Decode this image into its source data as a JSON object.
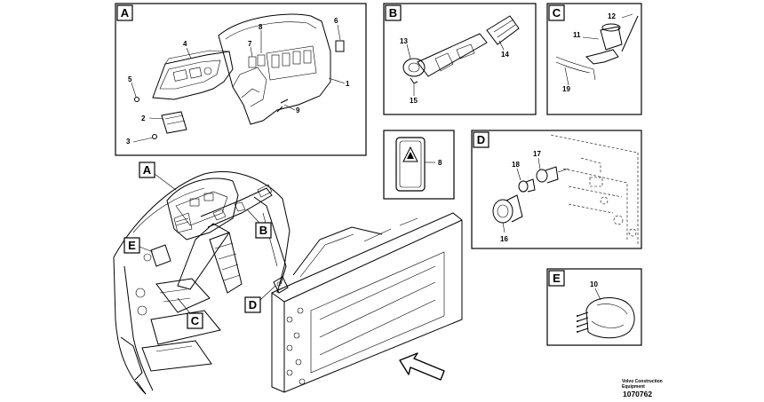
{
  "panels": {
    "A": {
      "tag": "A",
      "labels": [
        "1",
        "2",
        "3",
        "4",
        "5",
        "6",
        "7",
        "8",
        "9"
      ]
    },
    "B": {
      "tag": "B",
      "labels": [
        "13",
        "14",
        "15"
      ]
    },
    "C": {
      "tag": "C",
      "labels": [
        "11",
        "12",
        "19"
      ]
    },
    "rocker": {
      "labels": [
        "8"
      ]
    },
    "D": {
      "tag": "D",
      "labels": [
        "16",
        "17",
        "18"
      ]
    },
    "E": {
      "tag": "E",
      "labels": [
        "10"
      ]
    }
  },
  "callouts": [
    "A",
    "B",
    "C",
    "D",
    "E"
  ],
  "footer": {
    "line1": "Volvo Construction",
    "line2": "Equipment",
    "doc_id": "1070762"
  },
  "colors": {
    "ink": "#000000",
    "paper": "#ffffff"
  }
}
